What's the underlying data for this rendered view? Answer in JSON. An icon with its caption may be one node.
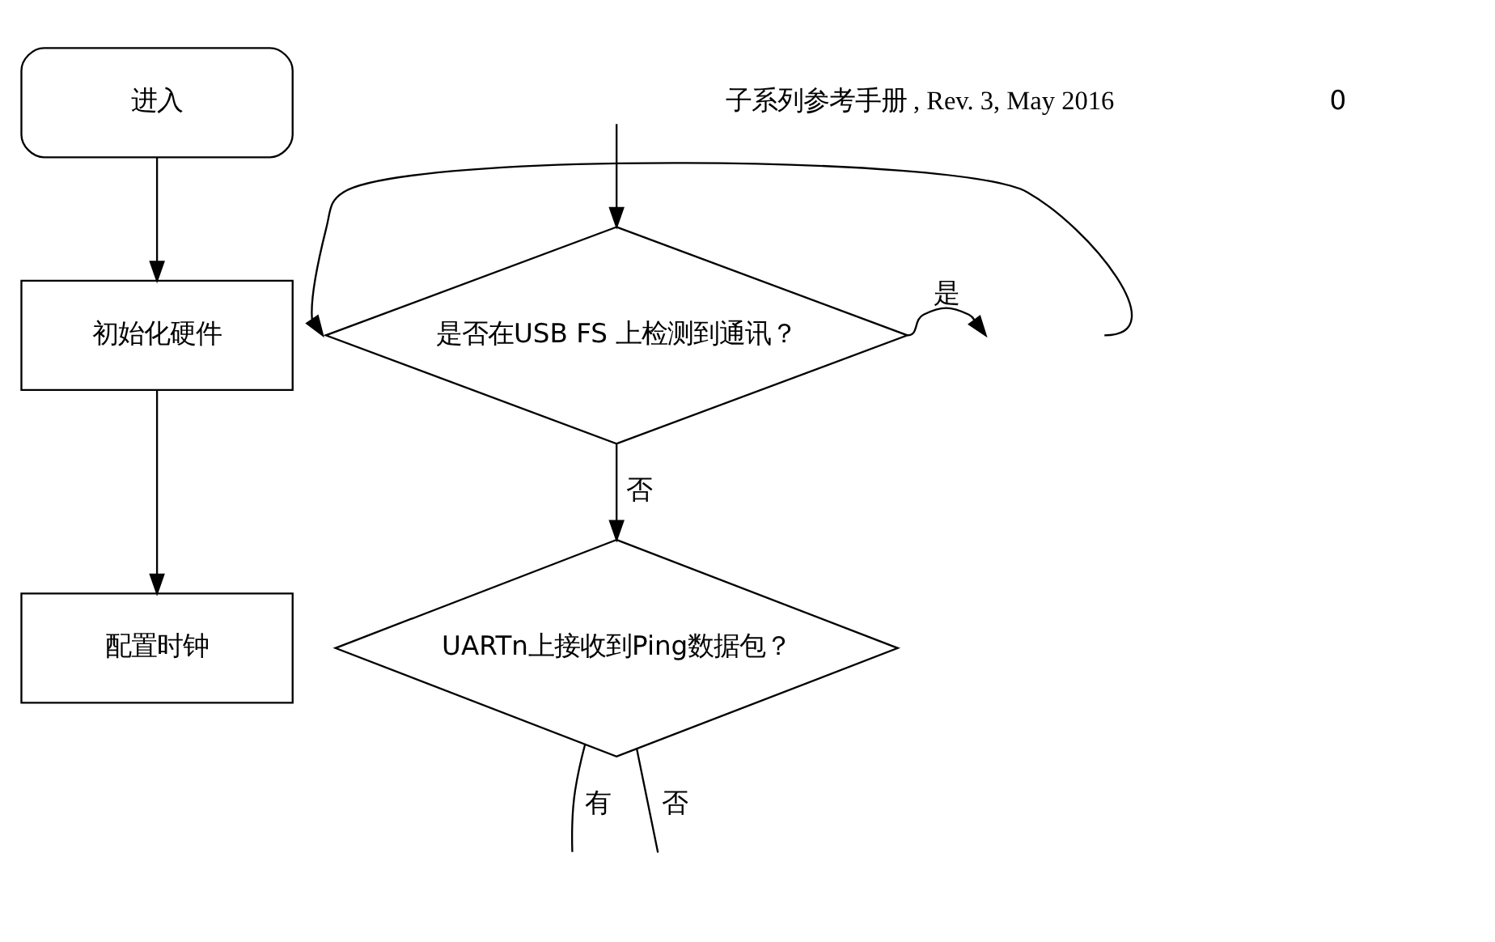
{
  "diagram": {
    "nodes": [
      {
        "text": [
          "进入"
        ]
      },
      {
        "text": [
          "初始化硬件"
        ]
      },
      {
        "text": [
          "配置时钟"
        ]
      },
      {
        "text": [
          "是否在USB FS 上检测到通讯？"
        ]
      },
      {
        "text": [
          "UARTn上接收到Ping数据包？"
        ]
      }
    ],
    "edges": [
      {
        "from": 0,
        "to": 1,
        "arrow": "to"
      },
      {
        "from": 1,
        "to": 2,
        "arrow": "to"
      },
      {
        "from": null,
        "to": 3,
        "arrow": "to"
      },
      {
        "from": null,
        "to": 3,
        "arrow": "to"
      },
      {
        "from": 3,
        "to": 4,
        "label": "否",
        "arrow": "to"
      },
      {
        "from": 3,
        "to": null,
        "label": "是",
        "arrow": "to"
      },
      {
        "from": 4,
        "to": null,
        "label": "有",
        "arrow": "none"
      },
      {
        "from": 4,
        "to": null,
        "label": "否",
        "arrow": "none"
      }
    ],
    "labels": [
      "子系列参考手册 , Rev. 3, May 2016",
      "0"
    ]
  }
}
